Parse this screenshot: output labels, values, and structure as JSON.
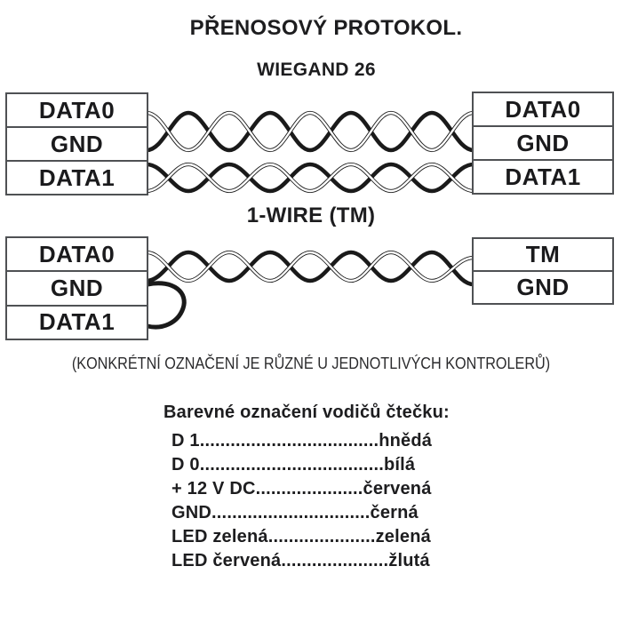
{
  "title": "PŘENOSOVÝ PROTOKOL.",
  "sections": {
    "wiegand": {
      "heading": "WIEGAND 26",
      "left_rows": [
        "DATA0",
        "GND",
        "DATA1"
      ],
      "right_rows": [
        "DATA0",
        "GND",
        "DATA1"
      ]
    },
    "one_wire": {
      "heading": "1-WIRE (TM)",
      "left_rows": [
        "DATA0",
        "GND",
        "DATA1"
      ],
      "right_rows": [
        "TM",
        "GND"
      ]
    }
  },
  "note": "(KONKRÉTNÍ OZNAČENÍ JE RŮZNÉ U JEDNOTLIVÝCH KONTROLERŮ)",
  "legend": {
    "title": "Barevné označení vodičů čtečku:",
    "lines": [
      "D 1...................................hnědá",
      "D 0....................................bílá",
      "+ 12 V DC.....................červená",
      "GND...............................černá",
      "LED zelená.....................zelená",
      "LED červená.....................žlutá"
    ]
  },
  "colors": {
    "ink": "#1d1d1f",
    "box_border": "#4f5154",
    "wire": "#1a1a1a"
  }
}
